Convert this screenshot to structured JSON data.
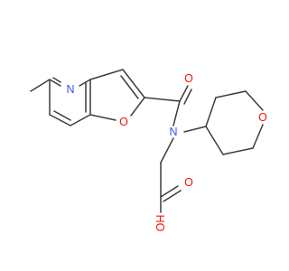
{
  "molecule": {
    "atoms": {
      "n_pyridine": {
        "label": "N",
        "color": "#3050F8"
      },
      "o_furan": {
        "label": "O",
        "color": "#FF0D0D"
      },
      "o_carbonyl": {
        "label": "O",
        "color": "#FF0D0D"
      },
      "n_amide": {
        "label": "N",
        "color": "#3050F8"
      },
      "o_oxane": {
        "label": "O",
        "color": "#FF0D0D"
      },
      "o_acid_carbonyl": {
        "label": "O",
        "color": "#FF0D0D"
      },
      "o_hydroxyl": {
        "label": "OH",
        "color": "#FF0D0D"
      }
    },
    "bond_color": "#3c3c3c"
  }
}
